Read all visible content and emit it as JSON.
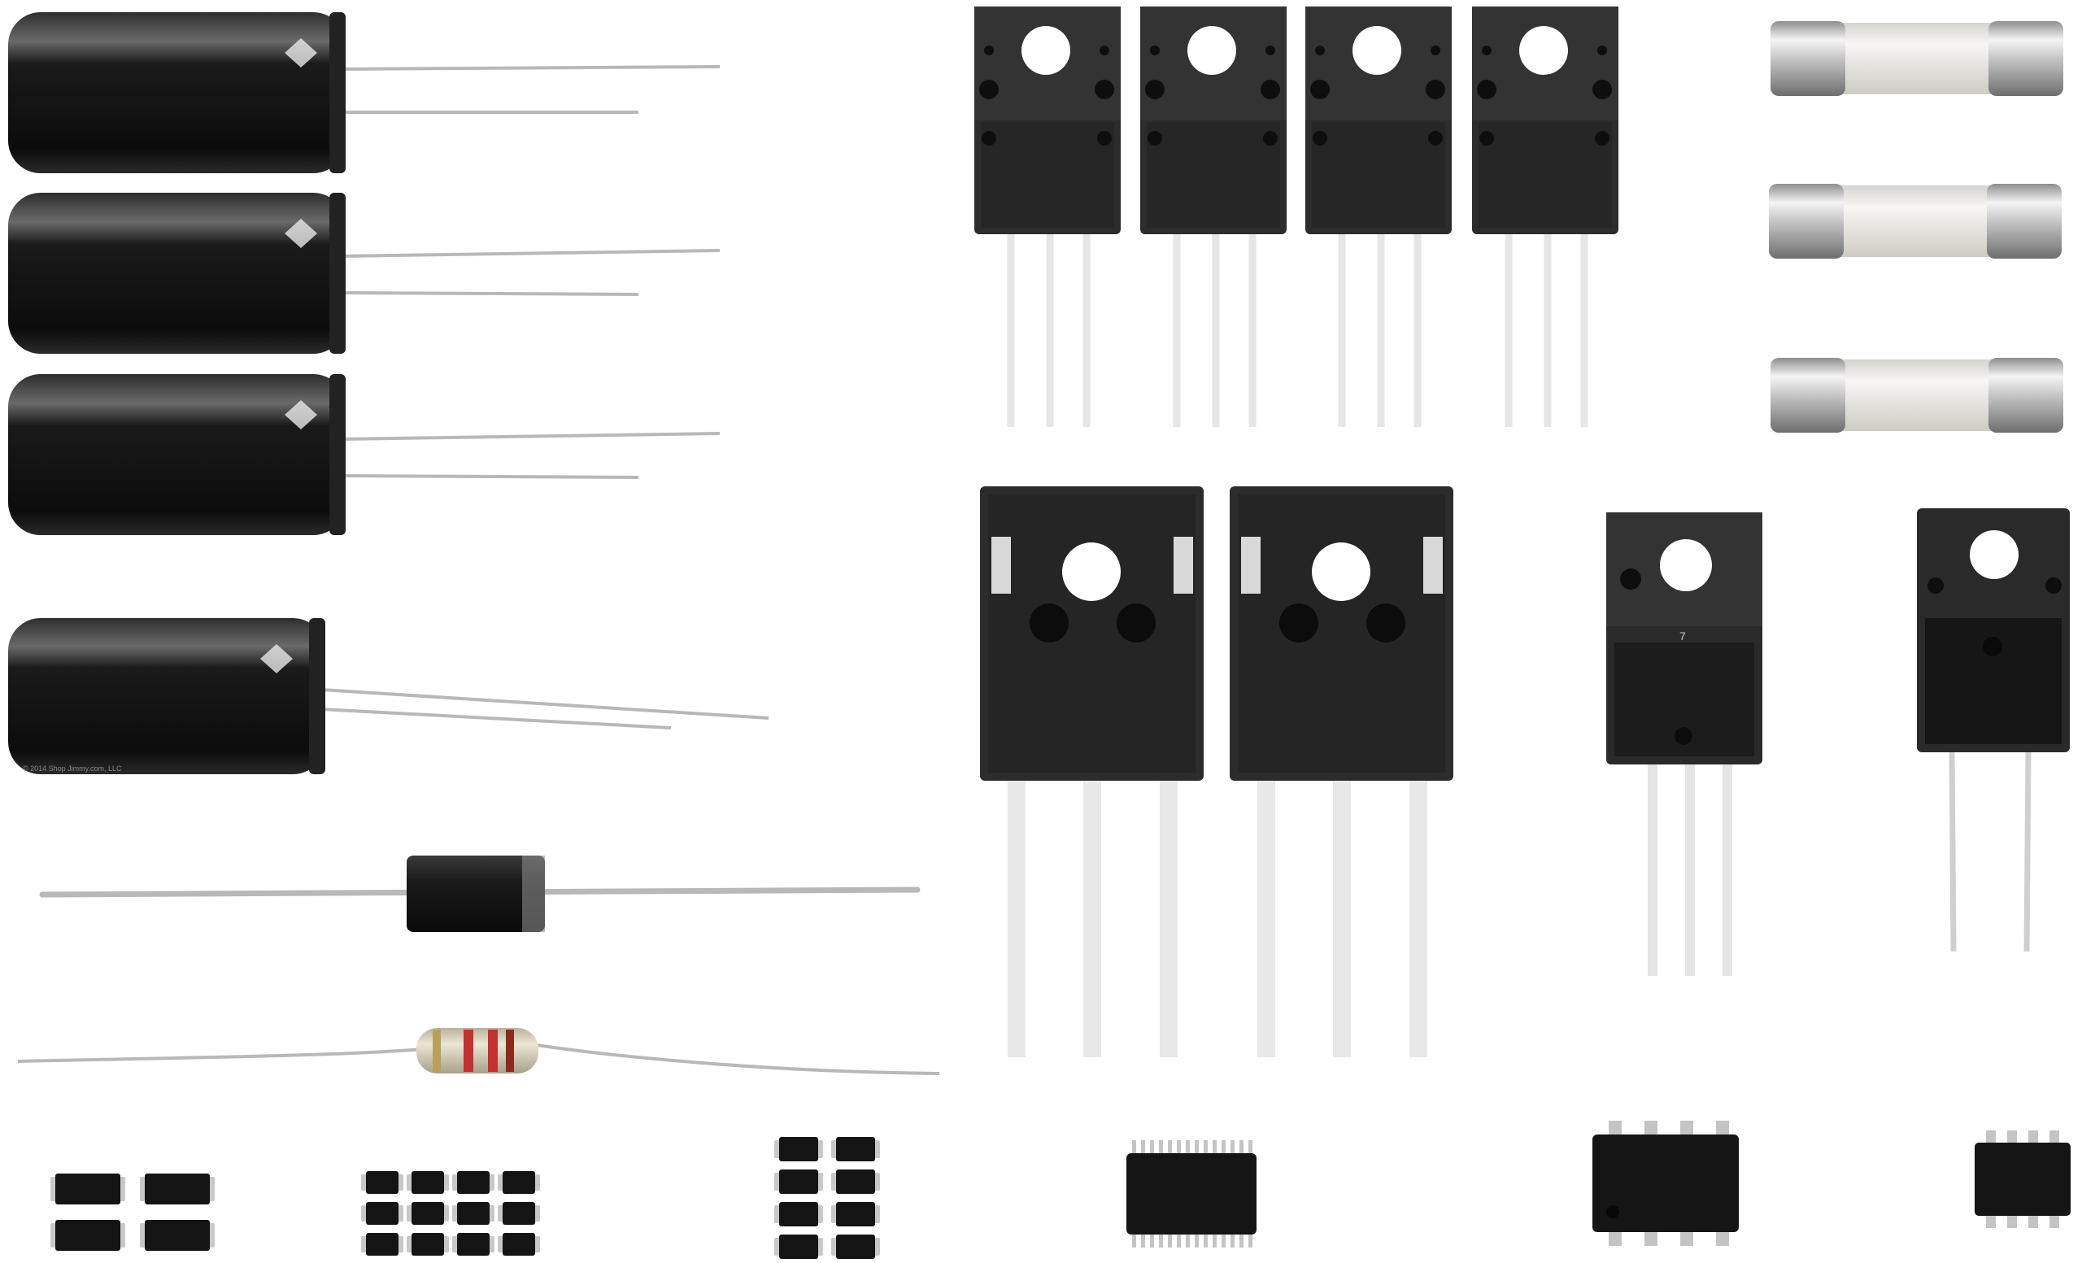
{
  "scene": {
    "background": "#ffffff",
    "colors": {
      "cap_body": "#161616",
      "cap_highlight": "#f2f2f2",
      "lead": "#b8b8b8",
      "transistor_body": "#2c2c2c",
      "transistor_tab": "#1e1e1e",
      "fuse_ceramic": "#eeece8",
      "fuse_cap": "#c9c9c9",
      "resistor_body": "#d9d2bd",
      "band_red": "#c23030",
      "band_gold": "#b8a05a",
      "chip_body": "#151515"
    },
    "capacitor_count": 4,
    "to220_transistor_count": 6,
    "to247_transistor_count": 2,
    "fuse_count": 3,
    "smd_chip_count": 3,
    "copyright_text": "© 2014 Shop Jimmy.com, LLC",
    "body_marking": "7"
  }
}
